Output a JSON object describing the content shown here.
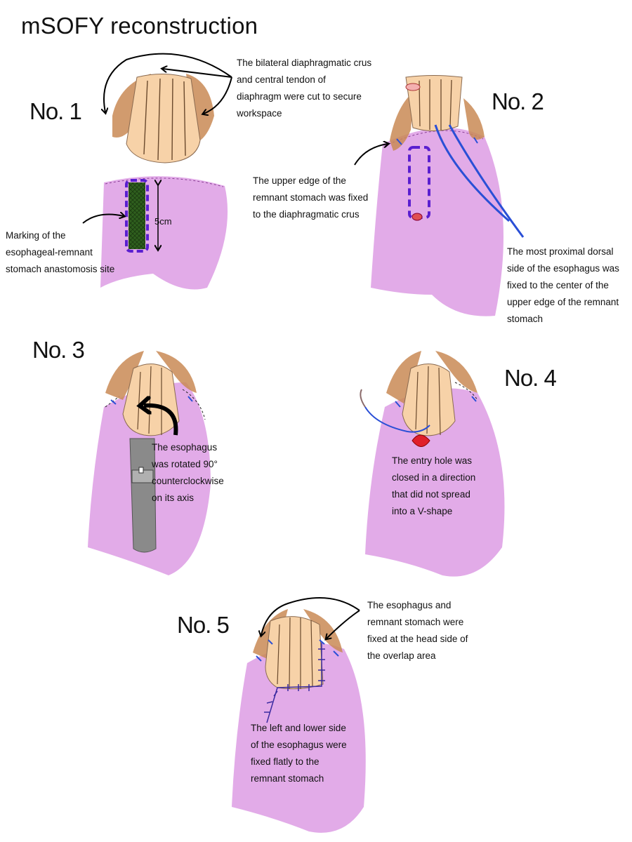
{
  "title": "mSOFY reconstruction",
  "colors": {
    "stomach": "#dfa2e6",
    "stomach_light": "#f0d2f3",
    "esophagus": "#f7d2a8",
    "crus": "#c98a55",
    "suture": "#2a4fd6",
    "marking": "#5a1fd0",
    "stapler": "#8a8a8a",
    "arrow": "#000000"
  },
  "panels": [
    {
      "label": "No. 1",
      "notes": [
        "The bilateral diaphragmatic crus\nand central tendon of\ndiaphragm were cut to secure\nworkspace",
        "Marking of the\nesophageal-remnant\nstomach anastomosis site"
      ],
      "measure": "5cm"
    },
    {
      "label": "No. 2",
      "notes": [
        "The upper edge of the\nremnant stomach was fixed\nto the diaphragmatic crus",
        "The most proximal dorsal\nside of the esophagus was\nfixed to the center of the\nupper edge of the remnant\nstomach"
      ]
    },
    {
      "label": "No. 3",
      "notes": [
        "The esophagus\nwas rotated 90°\ncounterclockwise\non its axis"
      ]
    },
    {
      "label": "No. 4",
      "notes": [
        "The entry hole was\nclosed in a direction\nthat did not spread\ninto a V-shape"
      ]
    },
    {
      "label": "No. 5",
      "notes": [
        "The esophagus and\nremnant stomach were\nfixed at the head side of\nthe overlap area",
        "The left and lower side\nof the esophagus were\nfixed flatly to the\nremnant stomach"
      ]
    }
  ]
}
